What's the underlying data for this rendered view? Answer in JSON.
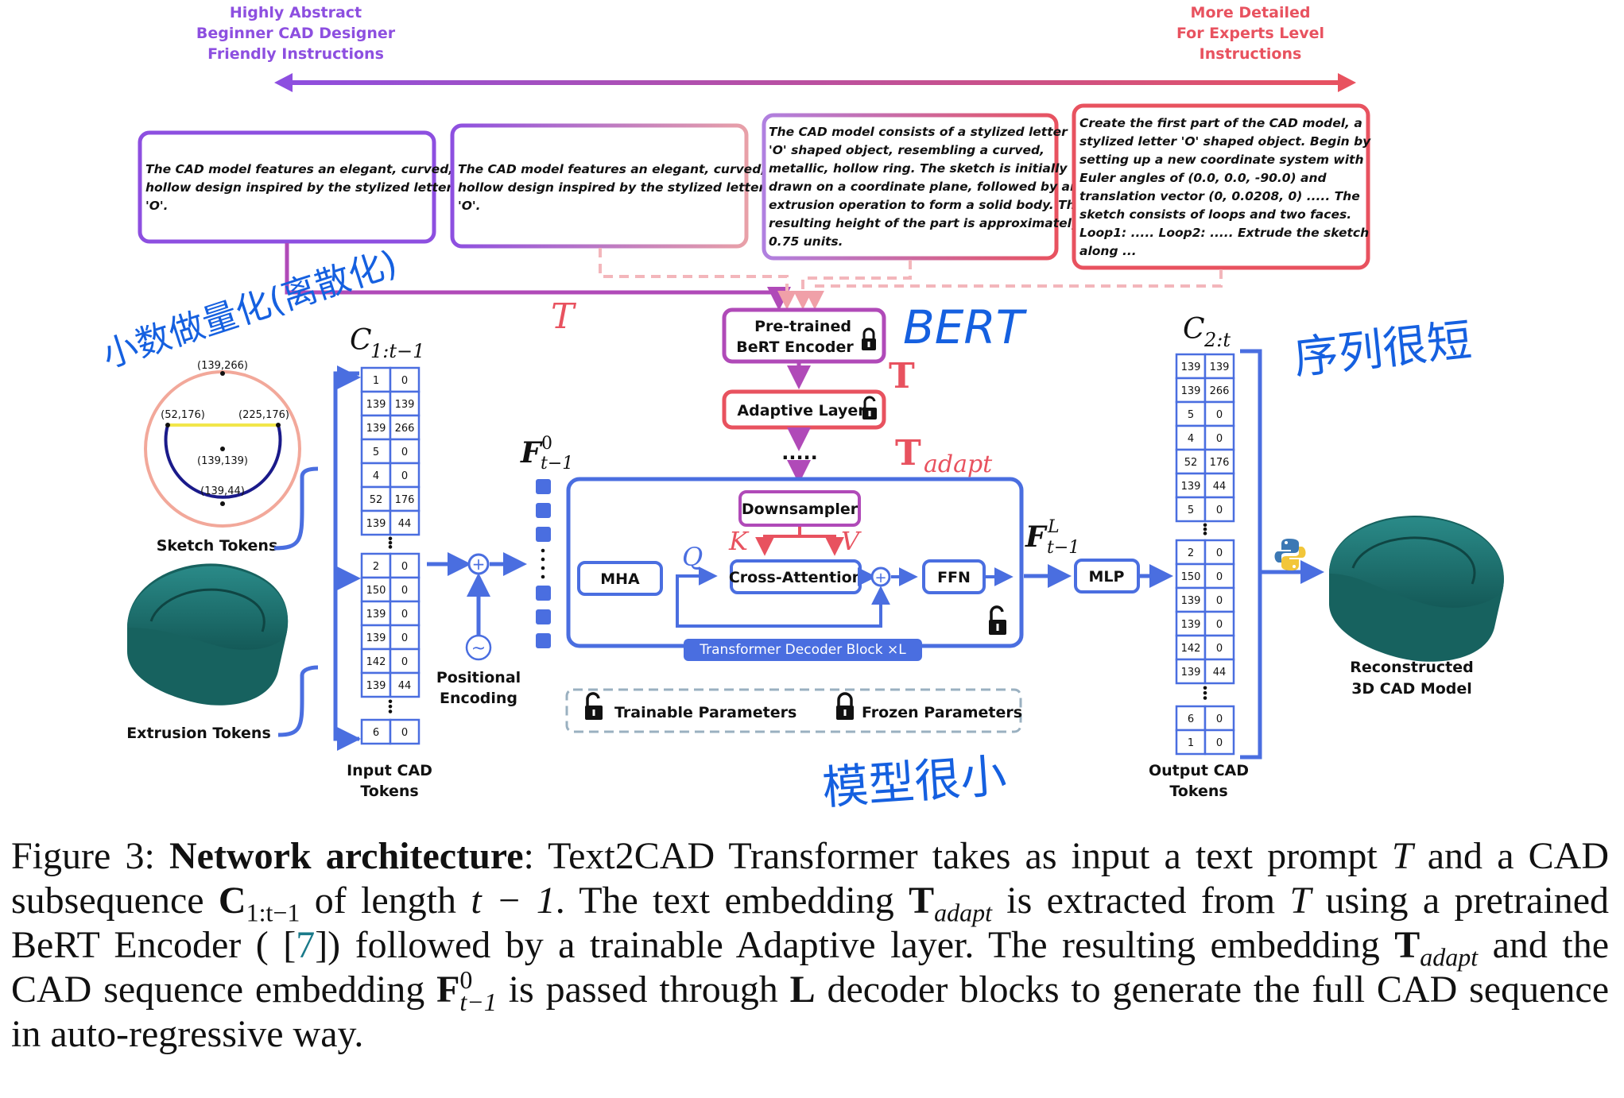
{
  "scale": {
    "left_label_lines": [
      "Highly Abstract",
      "Beginner CAD Designer",
      "Friendly Instructions"
    ],
    "right_label_lines": [
      "More Detailed",
      "For Experts Level",
      "Instructions"
    ]
  },
  "prompts": [
    {
      "lines": [
        "The CAD model features an elegant, curved,",
        "hollow design inspired by the stylized letter",
        "'O'."
      ]
    },
    {
      "lines": [
        "The CAD model features an elegant, curved,",
        "hollow design inspired by the stylized letter",
        "'O'."
      ]
    },
    {
      "lines": [
        "The CAD model consists of a stylized letter",
        "'O' shaped object, resembling a curved,",
        "metallic, hollow ring. The sketch is initially",
        "drawn on a coordinate plane, followed by an",
        "extrusion operation to form a solid body. The",
        "resulting height of the part is approximately",
        "0.75 units."
      ]
    },
    {
      "lines": [
        "Create the first part of the CAD model, a",
        "stylized letter 'O' shaped object. Begin by",
        "setting up a new coordinate system with",
        "Euler angles of (0.0, 0.0, -90.0) and",
        "translation vector (0, 0.0208, 0) ..... The",
        "sketch consists of loops and two faces.",
        "Loop1: ..... Loop2: ..... Extrude the sketch",
        "along ..."
      ]
    }
  ],
  "labels": {
    "text_T": "T",
    "bert_lines": [
      "Pre-trained",
      "BeRT Encoder"
    ],
    "bold_T": "T",
    "adaptive_layer": "Adaptive Layer",
    "dots": ".....",
    "t_adapt_main": "T",
    "t_adapt_sub": "adapt",
    "c_in_main": "C",
    "c_in_sub": "1:t−1",
    "c_out_main": "C",
    "c_out_sub": "2:t",
    "f0_main": "F",
    "f0_sup": "0",
    "f0_sub": "t−1",
    "fL_main": "F",
    "fL_sup": "L",
    "fL_sub": "t−1",
    "downsampler": "Downsampler",
    "k": "K",
    "v": "V",
    "q": "Q",
    "mha": "MHA",
    "cross_attention": "Cross-Attention",
    "ffn": "FFN",
    "mlp": "MLP",
    "decoder_block": "Transformer Decoder Block ×L",
    "plus": "+",
    "tilde": "~",
    "positional_lines": [
      "Positional",
      "Encoding"
    ],
    "sketch_tokens": "Sketch Tokens",
    "extrusion_tokens": "Extrusion Tokens",
    "input_cad_lines": [
      "Input CAD",
      "Tokens"
    ],
    "output_cad_lines": [
      "Output CAD",
      "Tokens"
    ],
    "reconstructed_lines": [
      "Reconstructed",
      "3D CAD Model"
    ],
    "trainable": "Trainable Parameters",
    "frozen": "Frozen Parameters",
    "sketch_points": [
      "(139,266)",
      "(52,176)",
      "(225,176)",
      "(139,139)",
      "(139,44)"
    ]
  },
  "handwriting": {
    "near_sketch": "小数做量化(离散化)",
    "bert": "BERT",
    "top_right": "序列很短",
    "bottom": "模型很小"
  },
  "input_tokens": {
    "group1": [
      [
        "1",
        "0"
      ],
      [
        "139",
        "139"
      ],
      [
        "139",
        "266"
      ],
      [
        "5",
        "0"
      ],
      [
        "4",
        "0"
      ],
      [
        "52",
        "176"
      ],
      [
        "139",
        "44"
      ]
    ],
    "group2": [
      [
        "2",
        "0"
      ],
      [
        "150",
        "0"
      ],
      [
        "139",
        "0"
      ],
      [
        "139",
        "0"
      ],
      [
        "142",
        "0"
      ],
      [
        "139",
        "44"
      ]
    ],
    "group3": [
      [
        "6",
        "0"
      ]
    ]
  },
  "output_tokens": {
    "group1": [
      [
        "139",
        "139"
      ],
      [
        "139",
        "266"
      ],
      [
        "5",
        "0"
      ],
      [
        "4",
        "0"
      ],
      [
        "52",
        "176"
      ],
      [
        "139",
        "44"
      ],
      [
        "5",
        "0"
      ]
    ],
    "group2": [
      [
        "2",
        "0"
      ],
      [
        "150",
        "0"
      ],
      [
        "139",
        "0"
      ],
      [
        "139",
        "0"
      ],
      [
        "142",
        "0"
      ],
      [
        "139",
        "44"
      ]
    ],
    "group3": [
      [
        "6",
        "0"
      ],
      [
        "1",
        "0"
      ]
    ]
  },
  "caption": {
    "figure_label": "Figure 3:",
    "title": "Network architecture",
    "text_1": ": Text2CAD Transformer takes as input a text prompt ",
    "T": "T",
    "text_2": " and a CAD subsequence ",
    "C": "C",
    "C_sub": "1:t−1",
    "text_3": " of length ",
    "len_expr": "t − 1",
    "text_4": ". The text embedding ",
    "T_bold": "T",
    "adapt": "adapt",
    "text_5": " is extracted from ",
    "T2": "T",
    "text_6": " using a pretrained BeRT Encoder ( [",
    "cite": "7",
    "text_7": "]) followed by a trainable Adaptive layer. The resulting embedding ",
    "T_bold2": "T",
    "adapt2": "adapt",
    "text_8": " and the CAD sequence embedding ",
    "F": "F",
    "F_sup": "0",
    "F_sub": "t−1",
    "text_9": " is passed through ",
    "L": "L",
    "text_10": " decoder blocks to generate the full CAD sequence in auto-regressive way."
  },
  "colors": {
    "blue": "#4a6ee0",
    "purple": "#8d4fe0",
    "red": "#e8525f",
    "pink": "#f0a0a8",
    "teal": "#1e6e6e",
    "ink_blue": "#1560e0",
    "dark_navy": "#1a1a8a",
    "yellow": "#f2e64a"
  }
}
